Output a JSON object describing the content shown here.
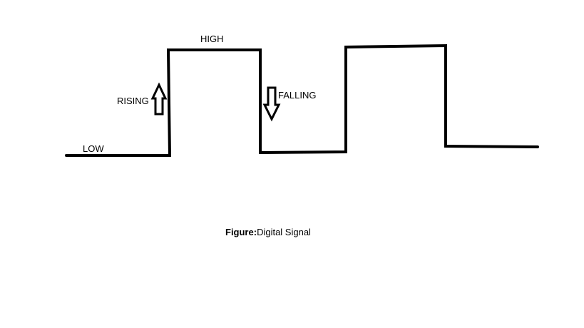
{
  "labels": {
    "high": "HIGH",
    "rising": "RISING",
    "falling": "FALLING",
    "low": "LOW"
  },
  "caption": {
    "prefix": "Figure:",
    "text": "Digital Signal"
  },
  "colors": {
    "line": "#000000",
    "background": "#ffffff"
  }
}
